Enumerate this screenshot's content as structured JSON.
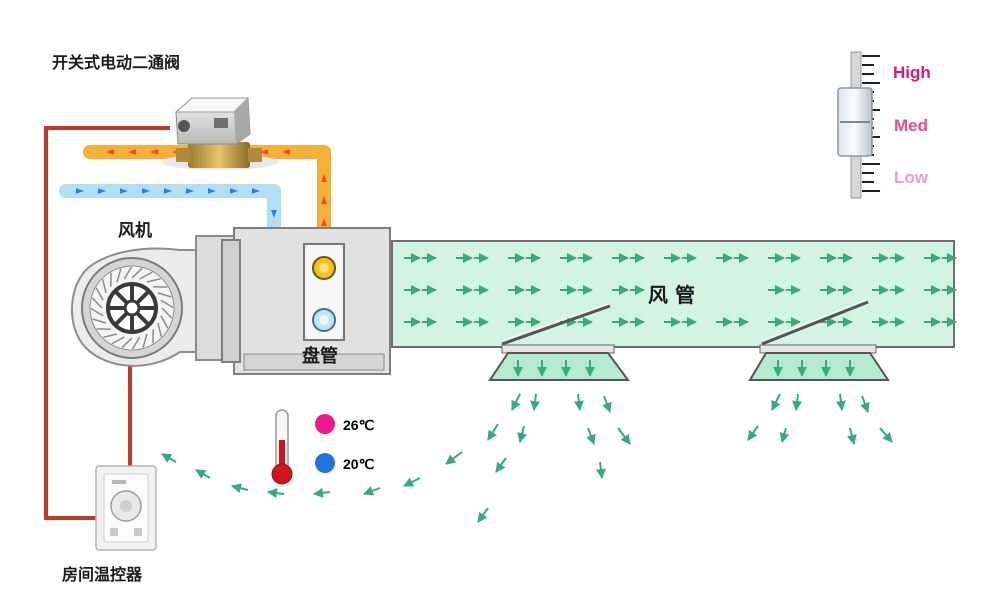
{
  "labels": {
    "valve": "开关式电动二通阀",
    "fan": "风机",
    "coil": "盘管",
    "duct": "风 管",
    "thermostat": "房间温控器"
  },
  "speed_switch": {
    "levels": [
      {
        "label": "High",
        "color": "#e0176c"
      },
      {
        "label": "Med",
        "color": "#ea4c8a"
      },
      {
        "label": "Low",
        "color": "#f49bbb"
      }
    ]
  },
  "temperatures": [
    {
      "label": "26℃",
      "color": "#ee1a8c"
    },
    {
      "label": "20℃",
      "color": "#1f74e0"
    }
  ],
  "colors": {
    "hot_pipe": "#f5a623",
    "hot_arrow": "#e8501f",
    "cold_pipe": "#a9dcf5",
    "cold_arrow": "#2f7fd8",
    "control_wire": "#c0392b",
    "duct_fill": "#d3f4e4",
    "airflow_arrow": "#3aaa7c"
  },
  "icons": [
    "thermometer-icon",
    "fan-wheel-icon",
    "valve-actuator-icon",
    "thermostat-icon"
  ]
}
